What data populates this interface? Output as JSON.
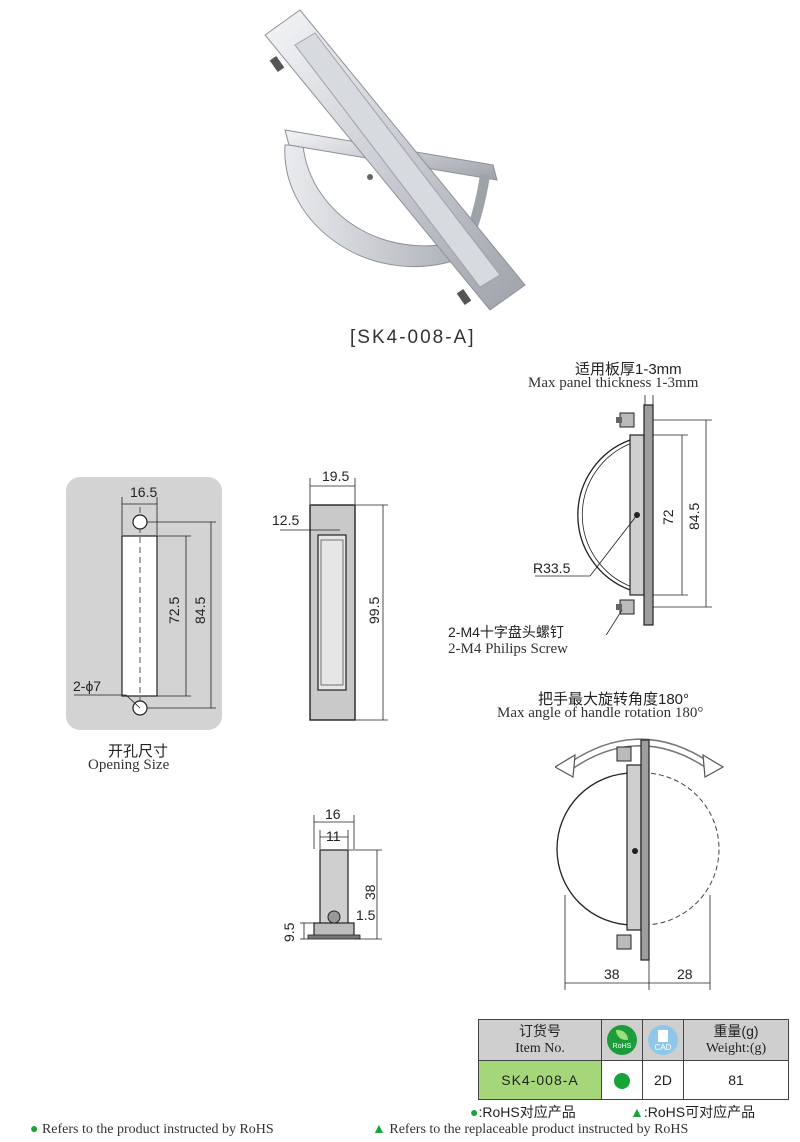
{
  "product": {
    "model_caption": "[SK4-008-A]"
  },
  "opening_size": {
    "title_cn": "开孔尺寸",
    "title_en": "Opening Size",
    "dim_width": "16.5",
    "dim_height_inner": "72.5",
    "dim_height_outer": "84.5",
    "hole_label": "2-ϕ7"
  },
  "front_view": {
    "dim_width": "19.5",
    "dim_inner": "12.5",
    "dim_height": "99.5"
  },
  "side_view": {
    "dim_width": "16",
    "dim_inner": "11",
    "dim_height": "38",
    "dim_small": "1.5",
    "dim_base": "9.5"
  },
  "panel_view": {
    "title_cn": "适用板厚1-3mm",
    "title_en": "Max panel thickness 1-3mm",
    "dim_inner": "72",
    "dim_outer": "84.5",
    "radius": "R33.5",
    "screw_cn": "2-M4十字盘头螺钉",
    "screw_en": "2-M4 Philips Screw"
  },
  "rotation_view": {
    "title_cn": "把手最大旋转角度180°",
    "title_en": "Max angle of handle rotation 180°",
    "dim_left": "38",
    "dim_right": "28"
  },
  "spec_table": {
    "header_item_cn": "订货号",
    "header_item_en": "Item No.",
    "rohs_icon_text": "RoHS",
    "cad_icon_text": "CAD",
    "header_weight_cn": "重量(g)",
    "header_weight_en": "Weight:(g)",
    "item_no": "SK4-008-A",
    "cad_value": "2D",
    "weight": "81"
  },
  "legend": {
    "rohs_cn": ":RoHS对应产品",
    "replace_cn": ":RoHS可对应产品",
    "footer_rohs": "Refers to the product instructed by RoHS",
    "footer_replace": "Refers to the replaceable product instructed by RoHS"
  },
  "colors": {
    "rohs_green": "#17a43a",
    "item_highlight": "#a5d77a",
    "header_gray": "#cfcfcf",
    "cad_blue": "#8fc7e8"
  }
}
